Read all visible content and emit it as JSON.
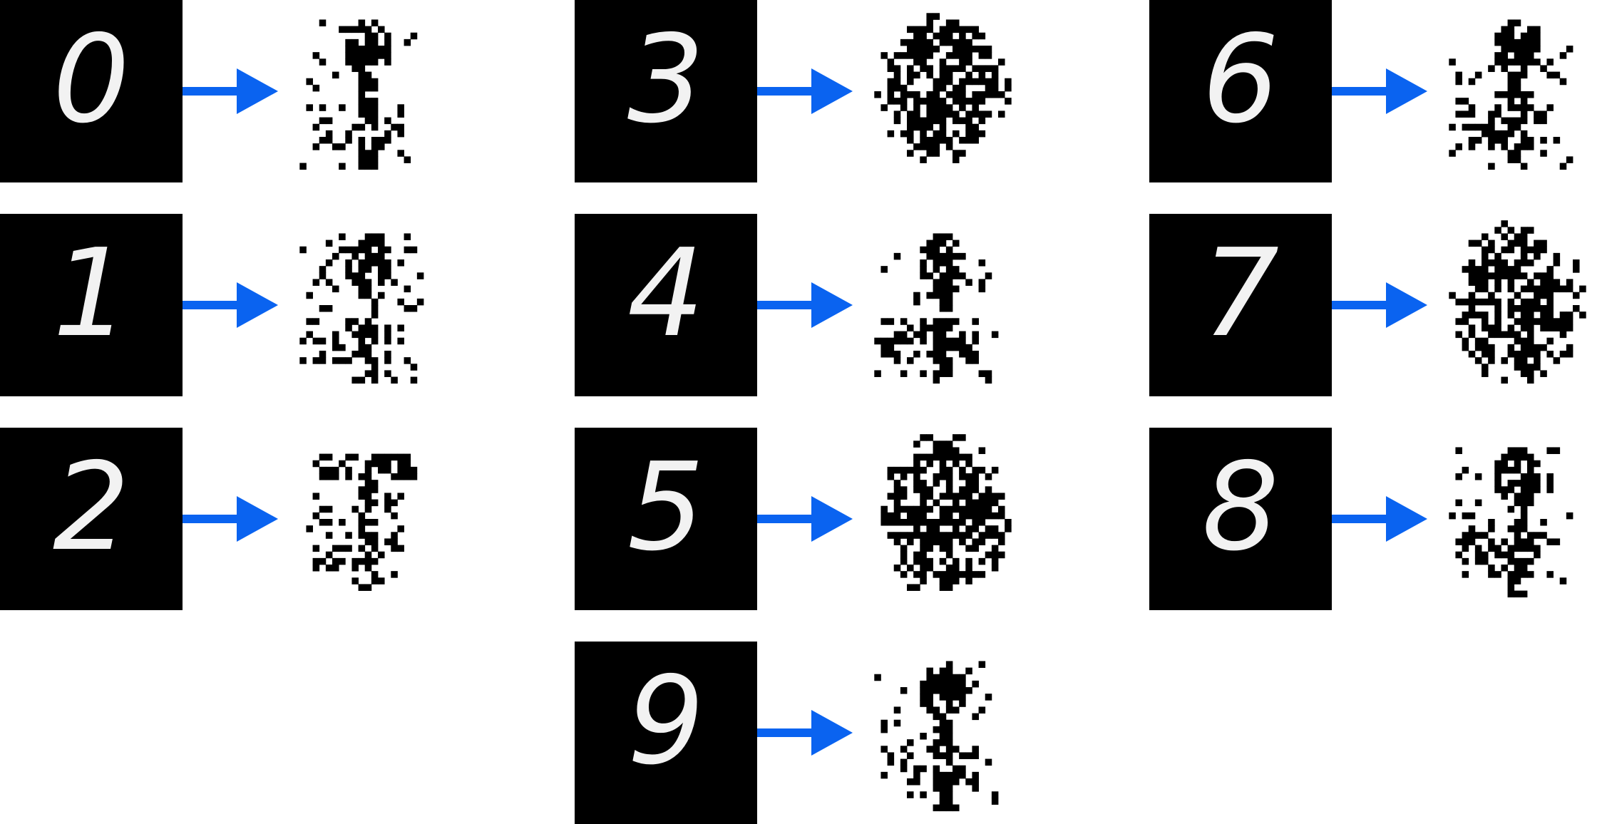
{
  "colors": {
    "arrow": "#0a63f0",
    "tile_background": "#000000",
    "digit_stroke": "#f2f2f2",
    "reconstruction_ink": "#000000",
    "page_background": "#ffffff"
  },
  "pairs": [
    {
      "digit": "0"
    },
    {
      "digit": "1"
    },
    {
      "digit": "2"
    },
    {
      "digit": "3"
    },
    {
      "digit": "4"
    },
    {
      "digit": "5"
    },
    {
      "digit": "9"
    },
    {
      "digit": "6"
    },
    {
      "digit": "7"
    },
    {
      "digit": "8"
    }
  ]
}
